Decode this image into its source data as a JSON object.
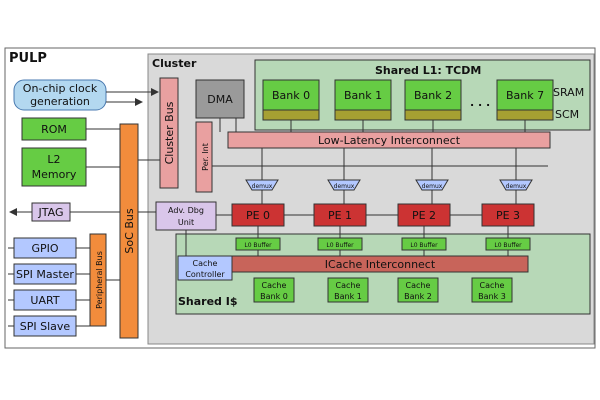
{
  "labels": {
    "pulp": "PULP",
    "cluster": "Cluster",
    "tcdm": "Shared L1: TCDM",
    "sram": "SRAM",
    "scm": "SCM",
    "ellipsis": ". . .",
    "low_latency": "Low-Latency Interconnect",
    "dma": "DMA",
    "cluster_bus": "Cluster Bus",
    "per_int": "Per. Int",
    "demux": "demux",
    "adv_dbg_1": "Adv. Dbg",
    "adv_dbg_2": "Unit",
    "shared_icache": "Shared I$",
    "l0_buffer": "L0 Buffer",
    "icache_interconnect": "ICache Interconnect",
    "cache_ctrl_1": "Cache",
    "cache_ctrl_2": "Controller",
    "cache": "Cache",
    "clock_1": "On-chip clock",
    "clock_2": "generation",
    "rom": "ROM",
    "l2_1": "L2",
    "l2_2": "Memory",
    "jtag": "JTAG",
    "soc_bus": "SoC Bus",
    "peripheral_bus": "Peripheral Bus"
  },
  "banks": [
    "Bank 0",
    "Bank 1",
    "Bank 2",
    "Bank 7"
  ],
  "pes": [
    "PE 0",
    "PE 1",
    "PE 2",
    "PE 3"
  ],
  "cache_banks": [
    "Bank 0",
    "Bank 1",
    "Bank 2",
    "Bank 3"
  ],
  "peripherals": [
    "GPIO",
    "SPI Master",
    "UART",
    "SPI Slave"
  ],
  "colors": {
    "memory_green": "#66cc44",
    "region_green": "#b7d8b7",
    "interconnect_pink": "#e9a0a0",
    "pe_red": "#cc3333",
    "bus_orange": "#f28c3c",
    "peripheral_blue": "#b3c8ff",
    "debug_purple": "#d9c6ea",
    "cluster_gray": "#d9d9d9"
  }
}
